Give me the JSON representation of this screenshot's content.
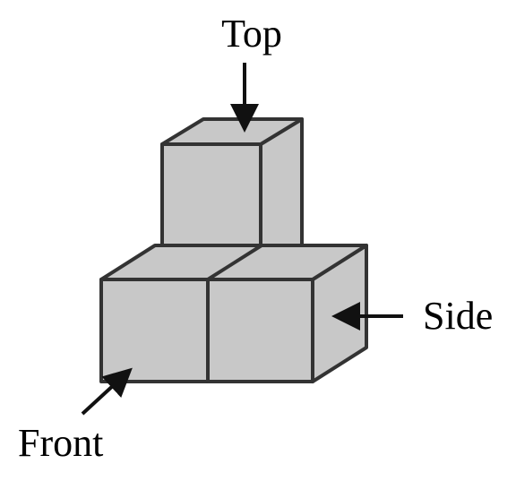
{
  "labels": {
    "top": "Top",
    "side": "Side",
    "front": "Front"
  },
  "colors": {
    "cube_fill": "#c8c8c8",
    "cube_stroke": "#333333",
    "arrow": "#111111",
    "text": "#000000",
    "background": "#ffffff"
  }
}
